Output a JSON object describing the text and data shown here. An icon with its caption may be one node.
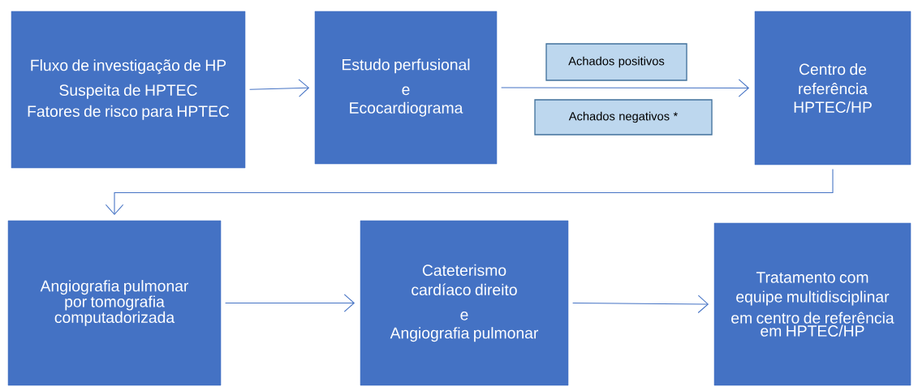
{
  "diagram": {
    "nodes": [
      {
        "text": [
          "Fluxo de investigação de HP",
          "Suspeita de HPTEC",
          "Fatores de risco para HPTEC"
        ]
      },
      {
        "text": [
          "Estudo perfusional",
          "e",
          "Ecocardiograma"
        ]
      },
      {
        "text": [
          "Achados positivos"
        ]
      },
      {
        "text": [
          "Achados negativos *"
        ]
      },
      {
        "text": [
          "Centro de referência",
          "HPTEC/HP"
        ]
      },
      {
        "text": [
          "Angiografia pulmonar por tomografia computadorizada"
        ]
      },
      {
        "text": [
          "Cateterismo cardíaco direito",
          "e",
          "Angiografia pulmonar"
        ]
      },
      {
        "text": [
          "Tratamento com equipe multidisciplinar",
          "em centro de referência em HPTEC/HP"
        ]
      }
    ],
    "edges": [
      {
        "from": 0,
        "to": 1,
        "arrow": "to"
      },
      {
        "from": 1,
        "to": 4,
        "arrow": "to"
      },
      {
        "from": 4,
        "to": 5,
        "arrow": "to"
      },
      {
        "from": 5,
        "to": 6,
        "arrow": "to"
      },
      {
        "from": 6,
        "to": 7,
        "arrow": "to"
      }
    ]
  }
}
